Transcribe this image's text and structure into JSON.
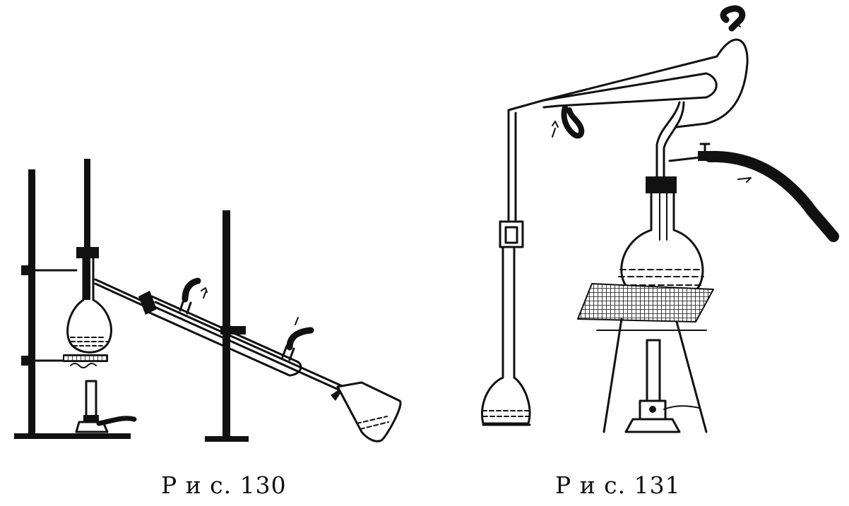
{
  "figures": [
    {
      "id": "130",
      "caption": "Р и с.  130"
    },
    {
      "id": "131",
      "caption": "Р и с.  131"
    }
  ]
}
